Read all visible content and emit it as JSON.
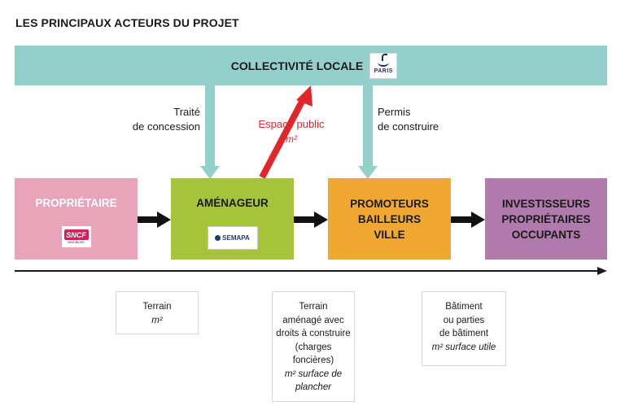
{
  "title": "LES PRINCIPAUX ACTEURS DU PROJET",
  "top_bar": {
    "label": "COLLECTIVITÉ LOCALE",
    "logo_text": "PARIS",
    "color": "#93cfcb"
  },
  "connectors": {
    "left_label_line1": "Traité",
    "left_label_line2": "de concession",
    "right_label_line1": "Permis",
    "right_label_line2": "de construire",
    "red_label_line1": "Espace public",
    "red_label_line2": "m²",
    "red_color": "#e0262b"
  },
  "actors": [
    {
      "id": "proprietaire",
      "lines": [
        "PROPRIÉTAIRE"
      ],
      "logo": "SNCF",
      "logo_sub": "IMMOBILIER",
      "color": "#e8a4b8",
      "text_color": "#ffffff"
    },
    {
      "id": "amenageur",
      "lines": [
        "AMÉNAGEUR"
      ],
      "logo": "SEMAPA",
      "color": "#a5c43c",
      "text_color": "#1a1a1a"
    },
    {
      "id": "promoteurs",
      "lines": [
        "PROMOTEURS",
        "BAILLEURS",
        "VILLE"
      ],
      "color": "#f0a830",
      "text_color": "#1a1a1a"
    },
    {
      "id": "investisseurs",
      "lines": [
        "INVESTISSEURS",
        "PROPRIÉTAIRES",
        "OCCUPANTS"
      ],
      "color": "#b07aad",
      "text_color": "#1a1a1a"
    }
  ],
  "info_boxes": [
    {
      "lines": [
        "Terrain"
      ],
      "sub": [
        "m²"
      ]
    },
    {
      "lines": [
        "Terrain",
        "aménagé avec",
        "droits à construire",
        "(charges",
        "foncières)"
      ],
      "sub": [
        "m² surface de",
        "plancher"
      ]
    },
    {
      "lines": [
        "Bâtiment",
        "ou parties",
        "de bâtiment"
      ],
      "sub": [
        "m² surface utile"
      ]
    }
  ]
}
